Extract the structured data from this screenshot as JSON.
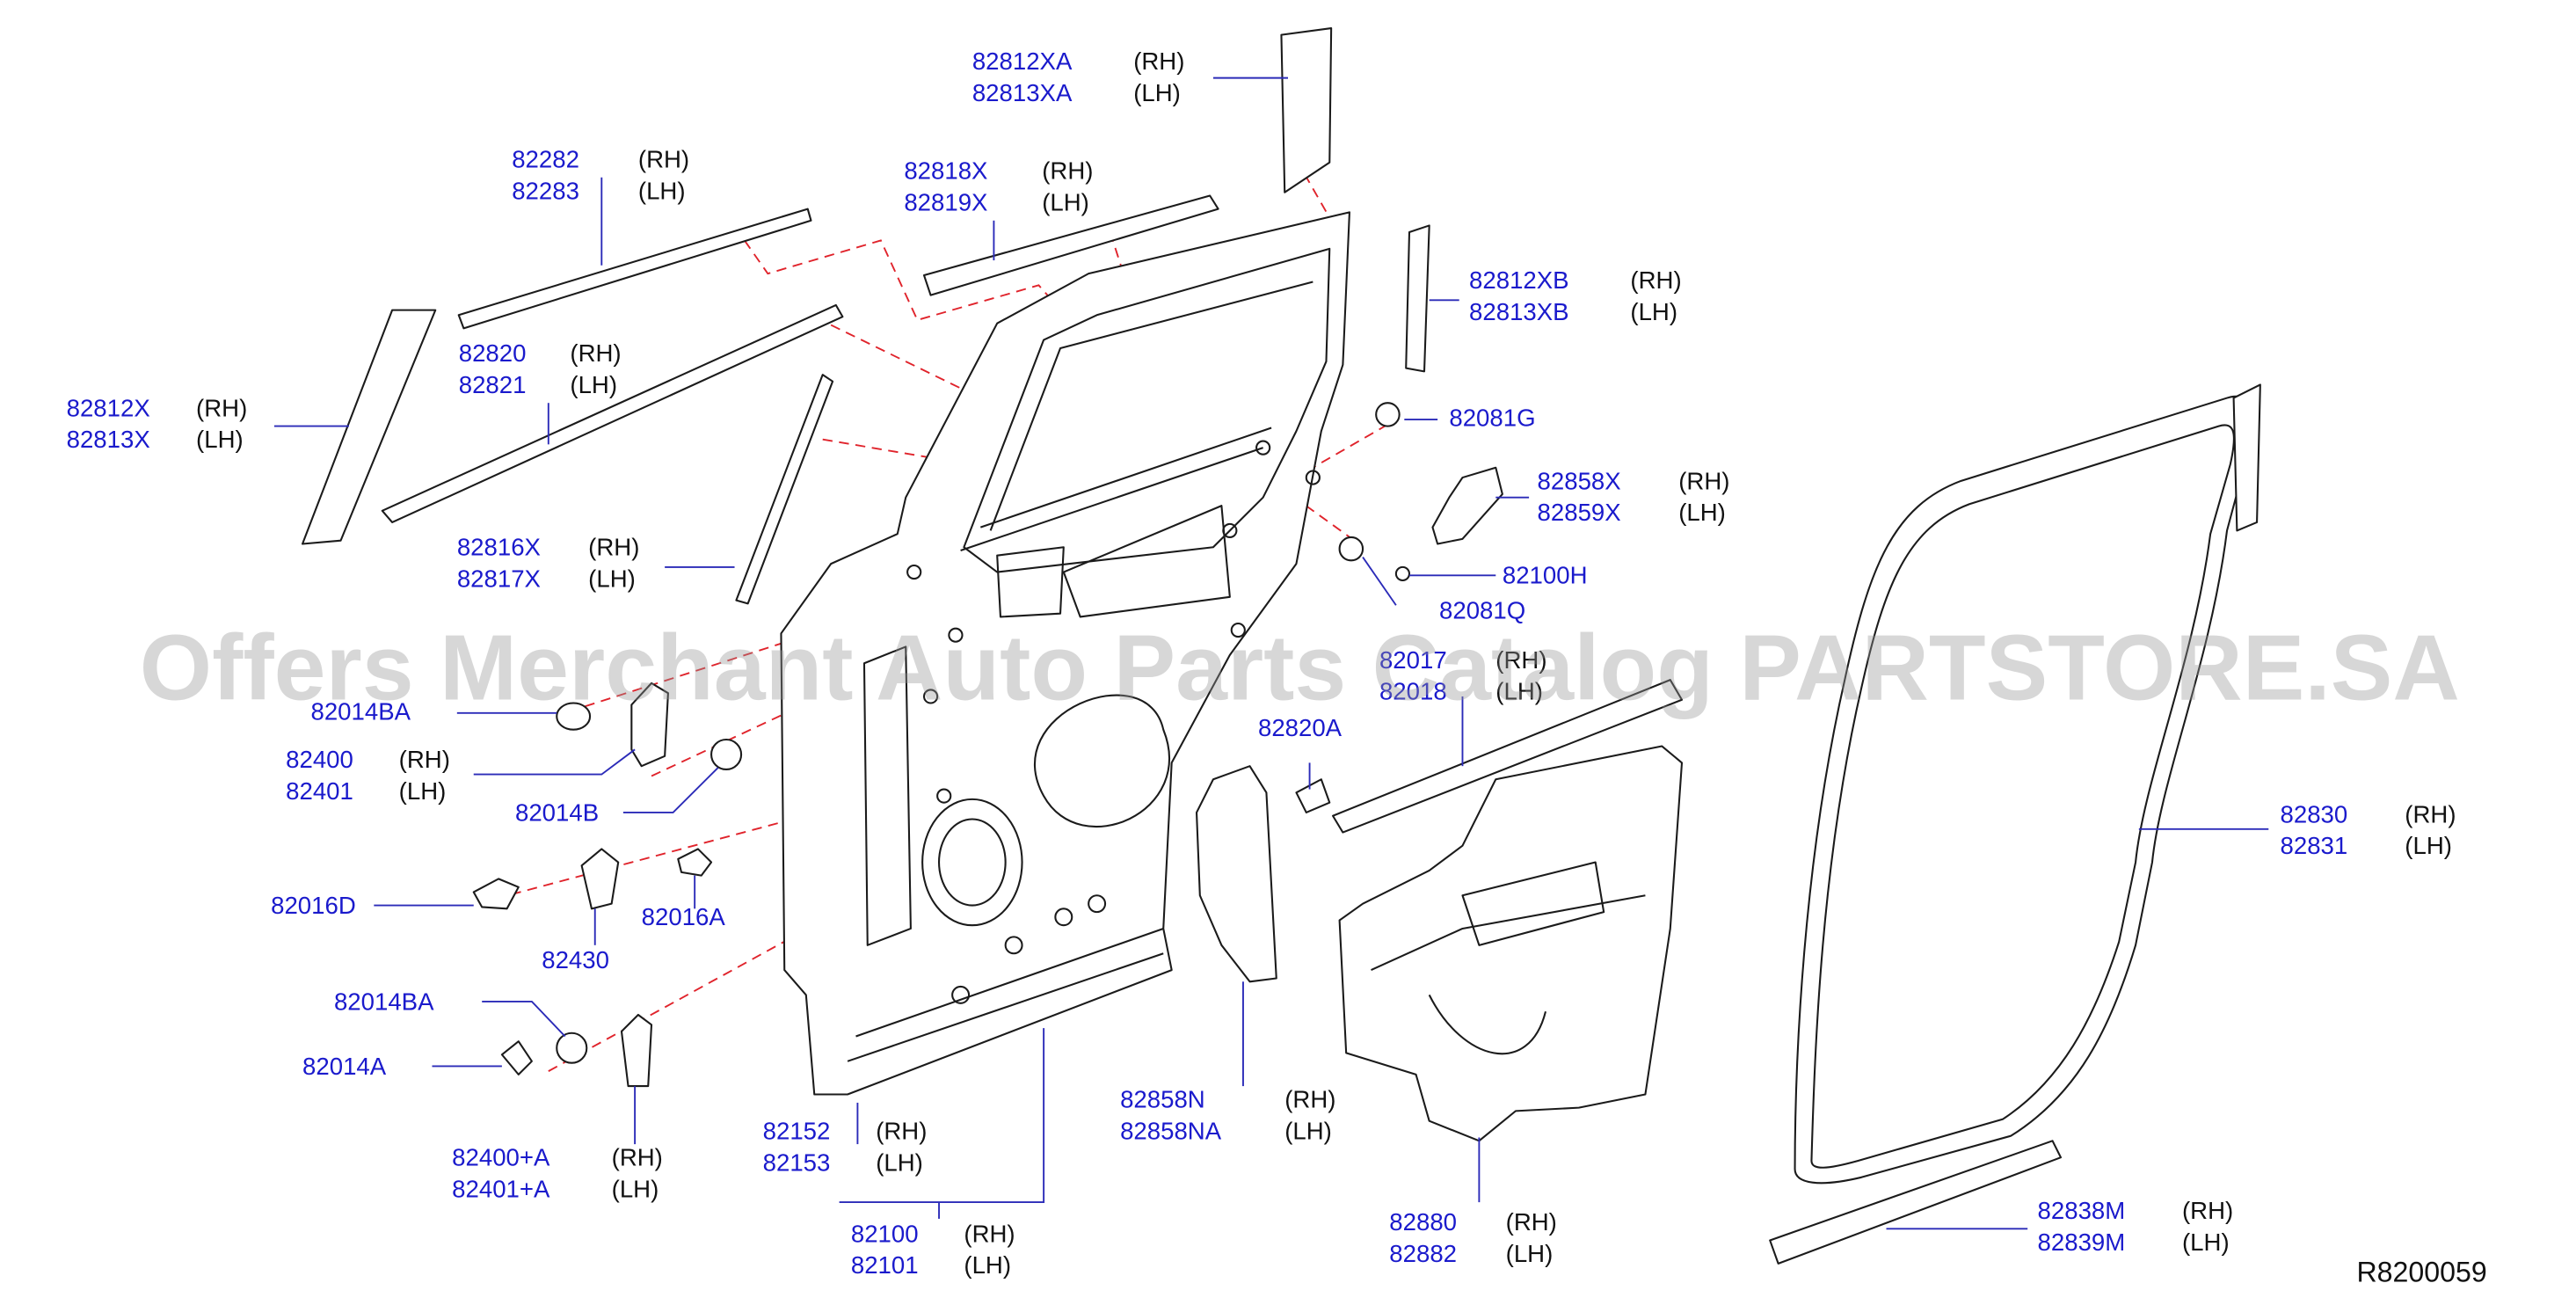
{
  "diagram": {
    "reference": "R8200059",
    "watermark": "Offers Merchant Auto Parts Catalog PARTSTORE.SA",
    "side_labels": {
      "rh": "(RH)",
      "lh": "(LH)"
    },
    "callouts": [
      {
        "id": "c1",
        "parts": [
          "82812XA",
          "82813XA"
        ]
      },
      {
        "id": "c2",
        "parts": [
          "82282",
          "82283"
        ]
      },
      {
        "id": "c3",
        "parts": [
          "82818X",
          "82819X"
        ]
      },
      {
        "id": "c4",
        "parts": [
          "82812XB",
          "82813XB"
        ]
      },
      {
        "id": "c5",
        "parts": [
          "82820",
          "82821"
        ]
      },
      {
        "id": "c6",
        "parts": [
          "82812X",
          "82813X"
        ]
      },
      {
        "id": "c7",
        "parts": [
          "82081G"
        ]
      },
      {
        "id": "c8",
        "parts": [
          "82858X",
          "82859X"
        ]
      },
      {
        "id": "c9",
        "parts": [
          "82816X",
          "82817X"
        ]
      },
      {
        "id": "c10",
        "parts": [
          "82100H"
        ]
      },
      {
        "id": "c11",
        "parts": [
          "82081Q"
        ]
      },
      {
        "id": "c12",
        "parts": [
          "82014BA"
        ]
      },
      {
        "id": "c13",
        "parts": [
          "82017",
          "82018"
        ]
      },
      {
        "id": "c14",
        "parts": [
          "82400",
          "82401"
        ]
      },
      {
        "id": "c15",
        "parts": [
          "82820A"
        ]
      },
      {
        "id": "c16",
        "parts": [
          "82014B"
        ]
      },
      {
        "id": "c17",
        "parts": [
          "82830",
          "82831"
        ]
      },
      {
        "id": "c18",
        "parts": [
          "82016D"
        ]
      },
      {
        "id": "c19",
        "parts": [
          "82016A"
        ]
      },
      {
        "id": "c20",
        "parts": [
          "82430"
        ]
      },
      {
        "id": "c21",
        "parts": [
          "82014BA"
        ]
      },
      {
        "id": "c22",
        "parts": [
          "82014A"
        ]
      },
      {
        "id": "c23",
        "parts": [
          "82858N",
          "82858NA"
        ]
      },
      {
        "id": "c24",
        "parts": [
          "82152",
          "82153"
        ]
      },
      {
        "id": "c25",
        "parts": [
          "82400+A",
          "82401+A"
        ]
      },
      {
        "id": "c26",
        "parts": [
          "82838M",
          "82839M"
        ]
      },
      {
        "id": "c27",
        "parts": [
          "82880",
          "82882"
        ]
      },
      {
        "id": "c28",
        "parts": [
          "82100",
          "82101"
        ]
      }
    ]
  }
}
